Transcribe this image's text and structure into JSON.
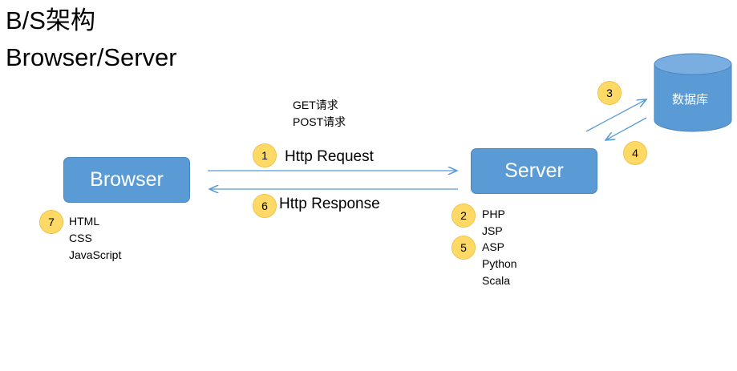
{
  "title": {
    "line1": "B/S架构",
    "line2": "Browser/Server"
  },
  "nodes": {
    "browser": "Browser",
    "server": "Server",
    "database": "数据库"
  },
  "requests": {
    "get": "GET请求",
    "post": "POST请求"
  },
  "arrows": {
    "request": "Http Request",
    "response": "Http Response"
  },
  "badges": {
    "b1": "1",
    "b2": "2",
    "b3": "3",
    "b4": "4",
    "b5": "5",
    "b6": "6",
    "b7": "7"
  },
  "browser_tech": [
    "HTML",
    "CSS",
    "JavaScript"
  ],
  "server_tech": [
    "PHP",
    "JSP",
    "ASP",
    "Python",
    "Scala"
  ],
  "colors": {
    "box": "#5b9bd5",
    "badge": "#ffd966",
    "arrow": "#5b9bd5"
  }
}
